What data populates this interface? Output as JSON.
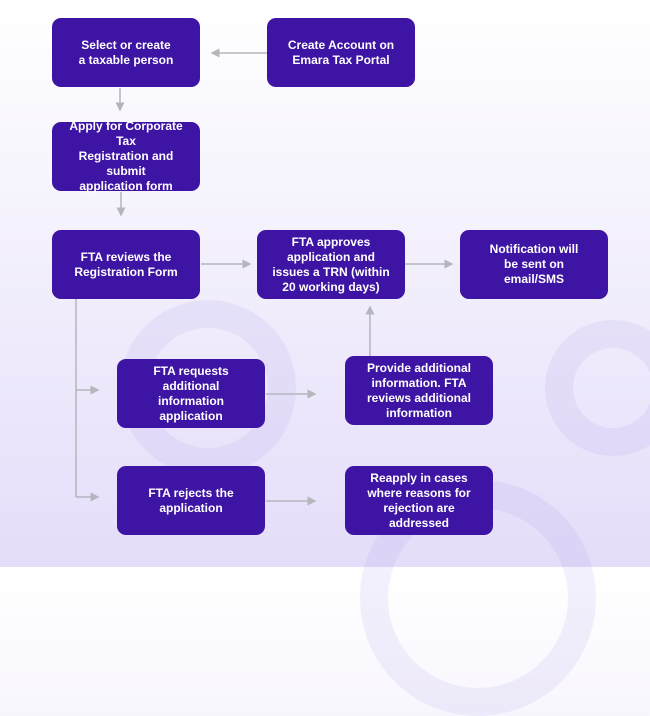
{
  "steps": {
    "select_person": "Select or create\na taxable person",
    "create_account": "Create Account on\nEmara Tax Portal",
    "apply": "Apply for Corporate Tax\nRegistration and submit\napplication form",
    "fta_reviews": "FTA reviews the\nRegistration Form",
    "fta_approves": "FTA approves\napplication and\nissues a TRN (within\n20 working days)",
    "notification": "Notification will\nbe sent on\nemail/SMS",
    "fta_requests": "FTA requests\nadditional\ninformation\napplication",
    "provide_info": "Provide additional\ninformation. FTA\nreviews additional\ninformation",
    "fta_rejects": "FTA rejects the\napplication",
    "reapply": "Reapply in cases\nwhere reasons for\nrejection are\naddressed"
  },
  "colors": {
    "box": "#3d14a3",
    "arrow": "#b5b5bd"
  }
}
